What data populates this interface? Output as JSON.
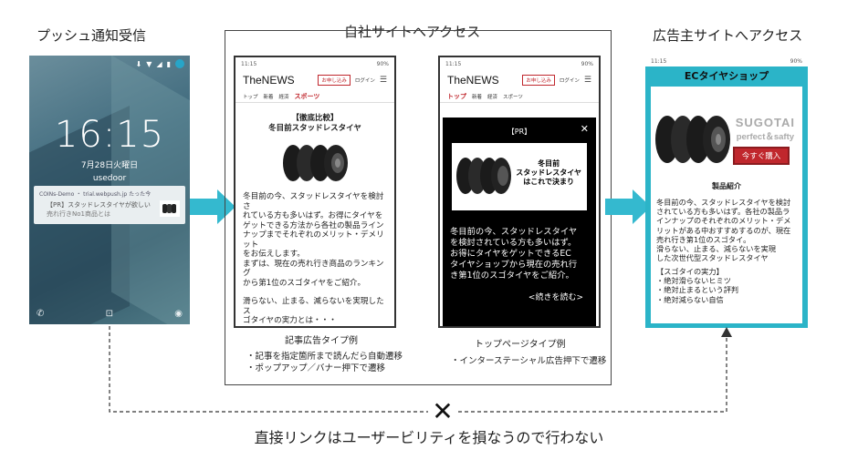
{
  "titles": {
    "push": "プッシュ通知受信",
    "own_site": "自社サイトへアクセス",
    "advertiser": "広告主サイトへアクセス"
  },
  "lockscreen": {
    "time": "16:15",
    "date": "7月28日火曜日",
    "user": "usedoor",
    "notification_source": "COINs-Demo ・ trial.webpush.jp たった今",
    "notification_title": "【PR】スタッドレスタイヤが欲しい",
    "notification_body": "売れ行きNo1商品とは"
  },
  "phone_common": {
    "status_time": "11:15",
    "battery": "90%",
    "logo": "TheNEWS",
    "subscribe": "お申し込み",
    "login": "ログイン",
    "nav": [
      "トップ",
      "新着",
      "経済",
      "スポーツ"
    ]
  },
  "article_phone": {
    "title_line1": "【徹底比較】",
    "title_line2": "冬目前スタッドレスタイヤ",
    "body1": "冬目前の今、スタッドレスタイヤを検討さ\nれている方も多いはず。お得にタイヤを\nゲットできる方法から各社の製品ライン\nナップまでそれぞれのメリット・デメリット\nをお伝えします。\nまずは、現在の売れ行き商品のランキング\nから第1位のスゴタイヤをご紹介。",
    "body2": "滑らない、止まる、減らないを実現したス\nゴタイヤの実力とは・・・",
    "caption": "記事広告タイプ例",
    "notes": [
      "・記事を指定箇所まで読んだら自動遷移",
      "・ポップアップ／バナー押下で遷移"
    ]
  },
  "top_phone": {
    "pr": "【PR】",
    "close": "✕",
    "ad_text": "冬目前\nスタッドレスタイヤ\nはこれで決まり",
    "body": "冬目前の今、スタッドレスタイヤ\nを検討されている方も多いはず。\nお得にタイヤをゲットできるEC\nタイヤショップから現在の売れ行\nき第1位のスゴタイヤをご紹介。",
    "more": "<続きを読む>",
    "caption": "トップページタイプ例",
    "notes": [
      "・インターステーシャル広告押下で遷移"
    ]
  },
  "advertiser_phone": {
    "shop_title": "ECタイヤショップ",
    "brand": "SUGOTAI",
    "brand_sub": "perfect＆safty",
    "buy": "今すぐ購入",
    "product_label": "製品紹介",
    "desc": "冬目前の今、スタッドレスタイヤを検討\nされている方も多いはず。各社の製品ラ\nインナップのそれぞれのメリット・デメ\nリットがある中おすすめするのが、現在\n売れ行き第1位のスゴタイ。\n滑らない、止まる、減らないを実現\nした次世代型スタッドレスタイヤ",
    "power": "【スゴタイの実力】\n・絶対滑らないヒミツ\n・絶対止まるという評判\n・絶対減らない自信"
  },
  "footer": {
    "mark": "✕",
    "text": "直接リンクはユーザービリティを損なうので行わない"
  },
  "colors": {
    "arrow": "#34b9cf",
    "advertiser_bg": "#2bb4c8",
    "accent_red": "#c0272d"
  }
}
